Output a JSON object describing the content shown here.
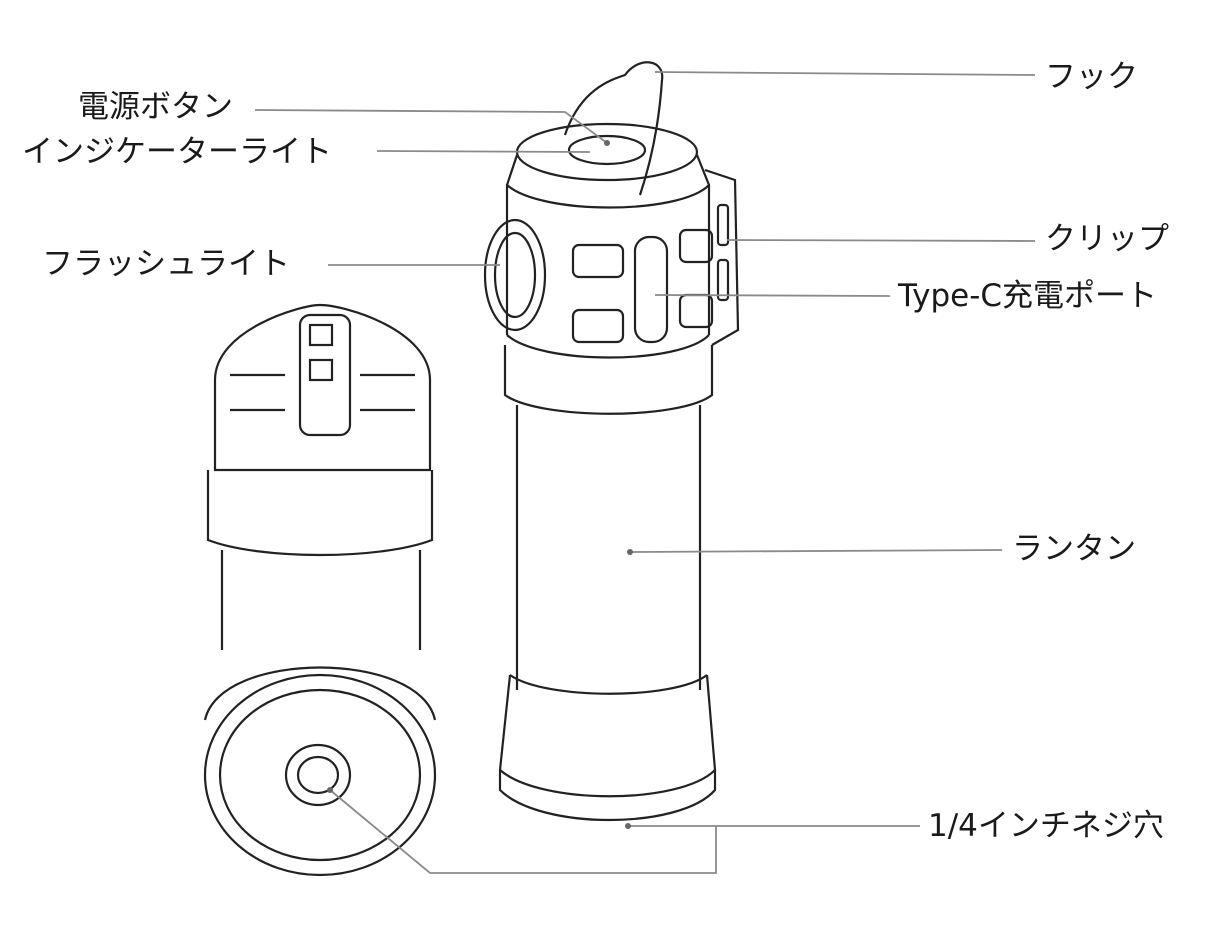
{
  "labels": {
    "hook": "フック",
    "power_button": "電源ボタン",
    "indicator_light": "インジケーターライト",
    "flashlight": "フラッシュライト",
    "clip": "クリップ",
    "type_c_port": "Type-C充電ポート",
    "lantern": "ランタン",
    "tripod_hole": "1/4インチネジ穴"
  },
  "colors": {
    "line": "#222222",
    "leader": "#8a8a8a"
  }
}
